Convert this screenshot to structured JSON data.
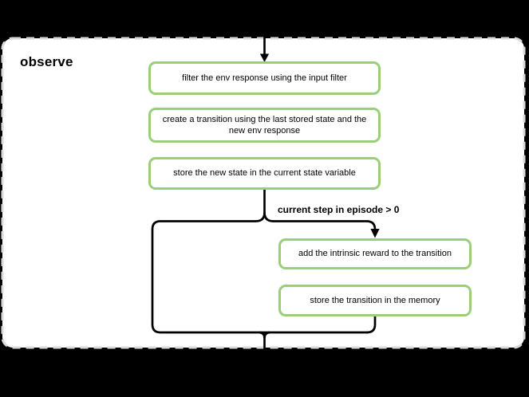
{
  "page": {
    "background_color": "#000000"
  },
  "panel": {
    "title": "observe",
    "background_color": "#ffffff",
    "border_color": "#d9d9d9",
    "border_style": "dashed"
  },
  "flow": {
    "condition_label": "current step in episode > 0",
    "connector_color": "#000000",
    "node_border_color": "#9ace78",
    "nodes": [
      {
        "id": "filter-env-response",
        "label": "filter the env response using the input filter"
      },
      {
        "id": "create-transition",
        "label": "create a transition using the last stored state and the\nnew env response"
      },
      {
        "id": "store-new-state",
        "label": "store the new state in the current state variable"
      },
      {
        "id": "add-intrinsic-reward",
        "label": "add the intrinsic reward to the transition"
      },
      {
        "id": "store-transition",
        "label": "store the transition in the memory"
      }
    ]
  }
}
